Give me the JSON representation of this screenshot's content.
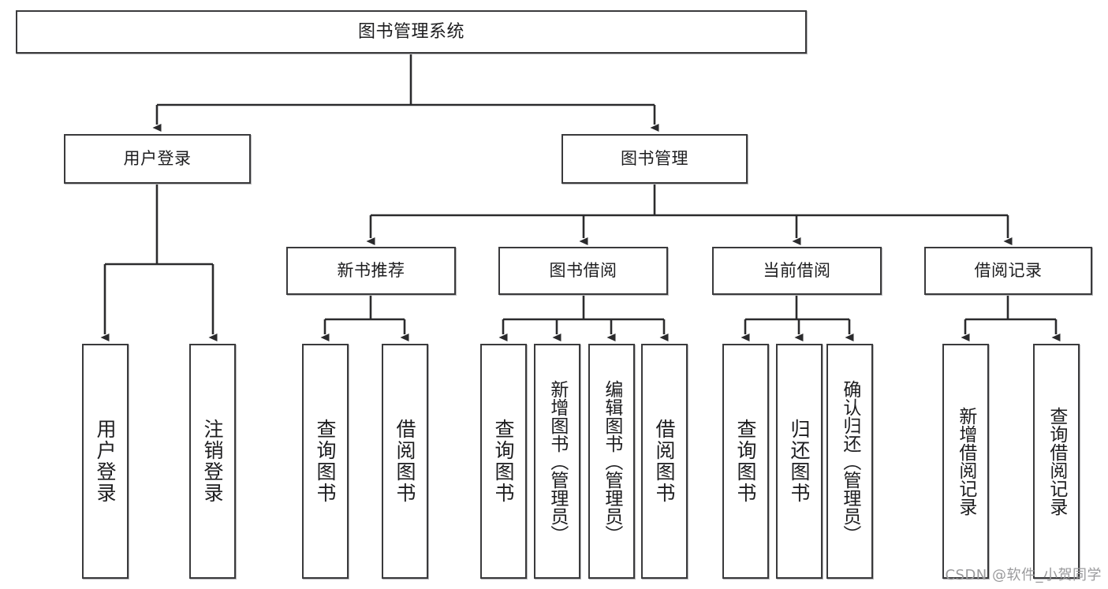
{
  "diagram": {
    "title": "图书管理系统",
    "type": "tree-hierarchy",
    "watermark": "CSDN @软件_小贺同学",
    "colors": {
      "box_border": "#3a3a3c",
      "box_fill": "#ffffff",
      "edge": "#2b2b2d",
      "text": "#1d1d1f",
      "watermark": "#9a9a9c",
      "background": "#ffffff"
    },
    "root": {
      "label": "图书管理系统"
    },
    "level2": [
      {
        "label": "用户登录"
      },
      {
        "label": "图书管理"
      }
    ],
    "level3": [
      {
        "label": "新书推荐"
      },
      {
        "label": "图书借阅"
      },
      {
        "label": "当前借阅"
      },
      {
        "label": "借阅记录"
      }
    ],
    "leaves": {
      "user_login": [
        {
          "label": "用户登录"
        },
        {
          "label": "注销登录"
        }
      ],
      "new_book": [
        {
          "label": "查询图书"
        },
        {
          "label": "借阅图书"
        }
      ],
      "book_borrow": [
        {
          "label": "查询图书"
        },
        {
          "label": "新增图书（管理员）"
        },
        {
          "label": "编辑图书（管理员）"
        },
        {
          "label": "借阅图书"
        }
      ],
      "current_borrow": [
        {
          "label": "查询图书"
        },
        {
          "label": "归还图书"
        },
        {
          "label": "确认归还（管理员）"
        }
      ],
      "borrow_record": [
        {
          "label": "新增借阅记录"
        },
        {
          "label": "查询借阅记录"
        }
      ]
    }
  }
}
